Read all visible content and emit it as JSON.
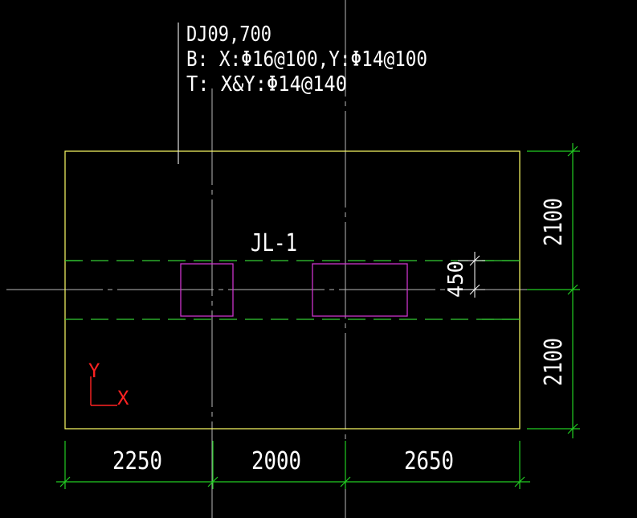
{
  "annotation": {
    "line1": "DJ09,700",
    "line2": "B: X:Φ16@100,Y:Φ14@100",
    "line3": "T: X&Y:Φ14@140"
  },
  "beam_label": "JL-1",
  "dimensions": {
    "bottom": [
      "2250",
      "2000",
      "2650"
    ],
    "right": [
      "2100",
      "2100"
    ],
    "beam_offset": "450"
  },
  "axis": {
    "y": "Y",
    "x": "X"
  },
  "colors": {
    "background": "#000000",
    "footing_outline": "#ffff66",
    "beam_lines": "#33cc33",
    "columns": "#cc33cc",
    "dimensions": "#22cc22",
    "dimension_text": "#ffffff",
    "axis_lines": "#bbbbbb",
    "ucs": "#ff2222"
  }
}
